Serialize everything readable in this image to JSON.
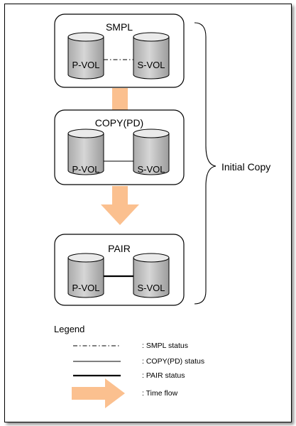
{
  "states": [
    {
      "name": "SMPL",
      "left_volume": "P-VOL",
      "right_volume": "S-VOL",
      "link": "dash-dot"
    },
    {
      "name": "COPY(PD)",
      "left_volume": "P-VOL",
      "right_volume": "S-VOL",
      "link": "thin"
    },
    {
      "name": "PAIR",
      "left_volume": "P-VOL",
      "right_volume": "S-VOL",
      "link": "thick"
    }
  ],
  "brace_label": "Initial Copy",
  "legend": {
    "title": "Legend",
    "items": [
      {
        "style": "dash-dot",
        "label": ": SMPL status"
      },
      {
        "style": "thin",
        "label": ": COPY(PD) status"
      },
      {
        "style": "thick",
        "label": ": PAIR status"
      },
      {
        "style": "arrow",
        "label": ": Time flow"
      }
    ]
  },
  "colors": {
    "arrow": "#fbc08f",
    "cylinder_body": "#c6c6c6",
    "cylinder_top": "#eaeaea",
    "box_fill": "#ffffff",
    "stroke": "#000000"
  }
}
